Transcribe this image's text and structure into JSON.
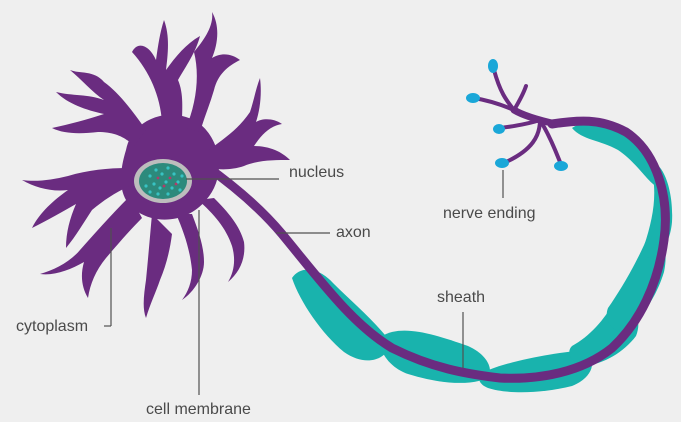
{
  "colors": {
    "background": "#efefef",
    "neuron": "#6a2c80",
    "sheath": "#19b3ad",
    "nucleus_fill": "#2c8a7c",
    "nucleus_dots": "#38c3c3",
    "nucleus_ring": "#bdbdbd",
    "terminals": "#1aa7d8",
    "leader_line": "#505050",
    "label_text": "#4a4a4a"
  },
  "labels": {
    "nucleus": "nucleus",
    "axon": "axon",
    "nerve_ending": "nerve ending",
    "sheath": "sheath",
    "cytoplasm": "cytoplasm",
    "cell_membrane": "cell membrane"
  }
}
